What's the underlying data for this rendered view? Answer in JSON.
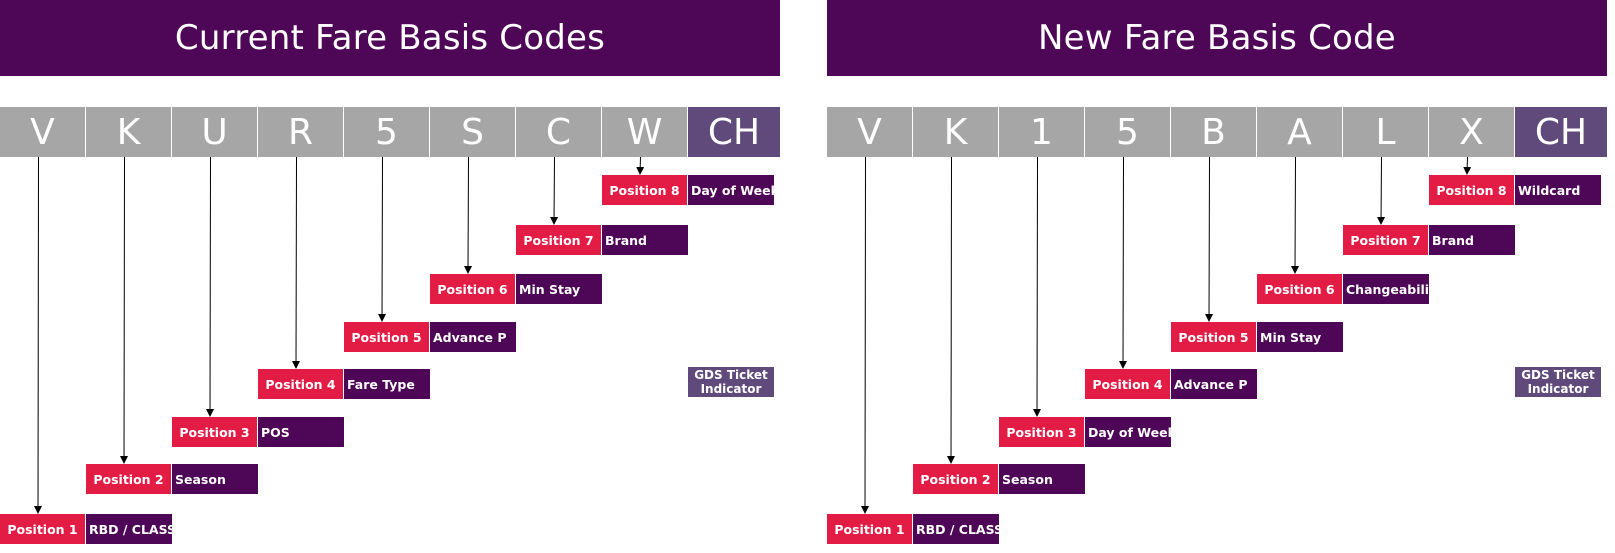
{
  "colors": {
    "banner": "#4e0657",
    "code_cell": "#a6a6a6",
    "ch_cell": "#604a7b",
    "position_label": "#e31c45",
    "description": "#4e0657",
    "gds": "#604a7b",
    "arrow": "#000000"
  },
  "panels": [
    {
      "title": "Current Fare Basis Codes",
      "letters": [
        "V",
        "K",
        "U",
        "R",
        "5",
        "S",
        "C",
        "W"
      ],
      "suffix": "CH",
      "positions": [
        {
          "label": "Position 1",
          "desc": "RBD / CLASS"
        },
        {
          "label": "Position 2",
          "desc": "Season"
        },
        {
          "label": "Position 3",
          "desc": "POS"
        },
        {
          "label": "Position 4",
          "desc": "Fare Type"
        },
        {
          "label": "Position 5",
          "desc": "Advance P"
        },
        {
          "label": "Position 6",
          "desc": "Min Stay"
        },
        {
          "label": "Position 7",
          "desc": "Brand"
        },
        {
          "label": "Position 8",
          "desc": "Day of Week"
        }
      ],
      "gds_line1": "GDS Ticket",
      "gds_line2": "Indicator"
    },
    {
      "title": "New Fare Basis Code",
      "letters": [
        "V",
        "K",
        "1",
        "5",
        "B",
        "A",
        "L",
        "X"
      ],
      "suffix": "CH",
      "positions": [
        {
          "label": "Position 1",
          "desc": "RBD / CLASS"
        },
        {
          "label": "Position 2",
          "desc": "Season"
        },
        {
          "label": "Position 3",
          "desc": "Day of Week"
        },
        {
          "label": "Position 4",
          "desc": "Advance P"
        },
        {
          "label": "Position 5",
          "desc": "Min Stay"
        },
        {
          "label": "Position 6",
          "desc": "Changeability"
        },
        {
          "label": "Position 7",
          "desc": "Brand"
        },
        {
          "label": "Position 8",
          "desc": "Wildcard"
        }
      ],
      "gds_line1": "GDS Ticket",
      "gds_line2": "Indicator"
    }
  ]
}
